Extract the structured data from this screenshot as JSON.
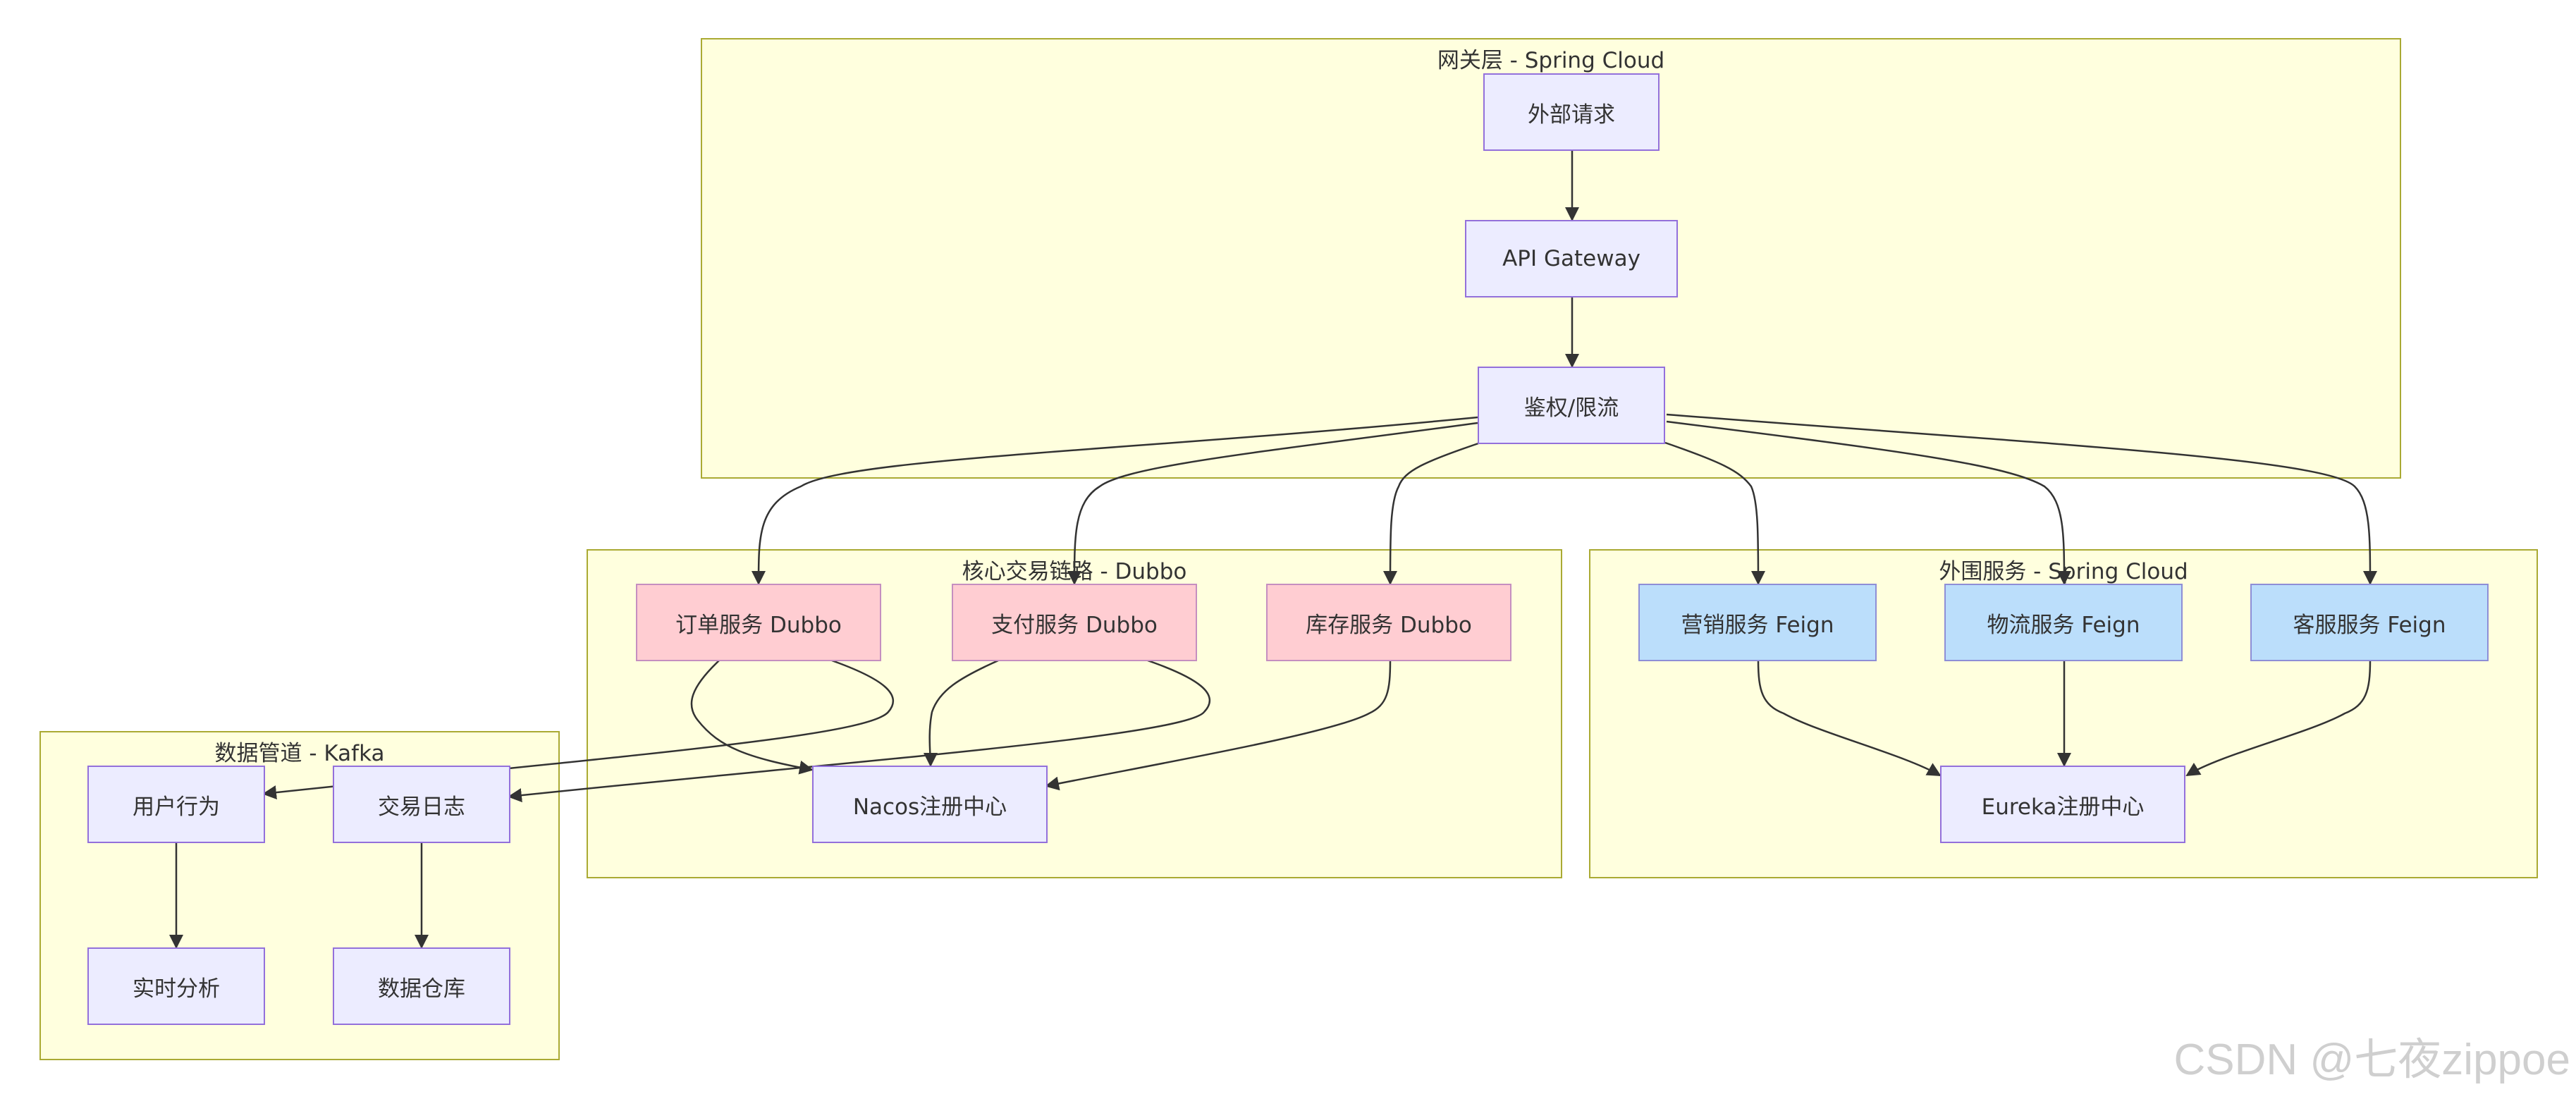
{
  "groups": {
    "gateway": "网关层 - Spring Cloud",
    "core": "核心交易链路 - Dubbo",
    "peripheral": "外围服务 - Spring Cloud",
    "pipeline": "数据管道 - Kafka"
  },
  "nodes": {
    "external": "外部请求",
    "gateway": "API Gateway",
    "auth": "鉴权/限流",
    "order": "订单服务 Dubbo",
    "payment": "支付服务 Dubbo",
    "inventory": "库存服务 Dubbo",
    "nacos": "Nacos注册中心",
    "marketing": "营销服务 Feign",
    "logistics": "物流服务 Feign",
    "support": "客服服务 Feign",
    "eureka": "Eureka注册中心",
    "user_behavior": "用户行为",
    "trade_log": "交易日志",
    "realtime": "实时分析",
    "warehouse": "数据仓库"
  },
  "edges": [
    [
      "外部请求",
      "API Gateway"
    ],
    [
      "API Gateway",
      "鉴权/限流"
    ],
    [
      "鉴权/限流",
      "订单服务 Dubbo"
    ],
    [
      "鉴权/限流",
      "支付服务 Dubbo"
    ],
    [
      "鉴权/限流",
      "库存服务 Dubbo"
    ],
    [
      "鉴权/限流",
      "营销服务 Feign"
    ],
    [
      "鉴权/限流",
      "物流服务 Feign"
    ],
    [
      "鉴权/限流",
      "客服服务 Feign"
    ],
    [
      "订单服务 Dubbo",
      "Nacos注册中心"
    ],
    [
      "支付服务 Dubbo",
      "Nacos注册中心"
    ],
    [
      "库存服务 Dubbo",
      "Nacos注册中心"
    ],
    [
      "订单服务 Dubbo",
      "用户行为"
    ],
    [
      "支付服务 Dubbo",
      "交易日志"
    ],
    [
      "营销服务 Feign",
      "Eureka注册中心"
    ],
    [
      "物流服务 Feign",
      "Eureka注册中心"
    ],
    [
      "客服服务 Feign",
      "Eureka注册中心"
    ],
    [
      "用户行为",
      "实时分析"
    ],
    [
      "交易日志",
      "数据仓库"
    ]
  ],
  "colors": {
    "default_node": "#ececff",
    "dubbo_node": "#ffcdd2",
    "feign_node": "#bbdefb",
    "group_fill": "#ffffde",
    "group_border": "#aaaa33",
    "edge": "#333333"
  },
  "watermark": "CSDN @七夜zippoe"
}
